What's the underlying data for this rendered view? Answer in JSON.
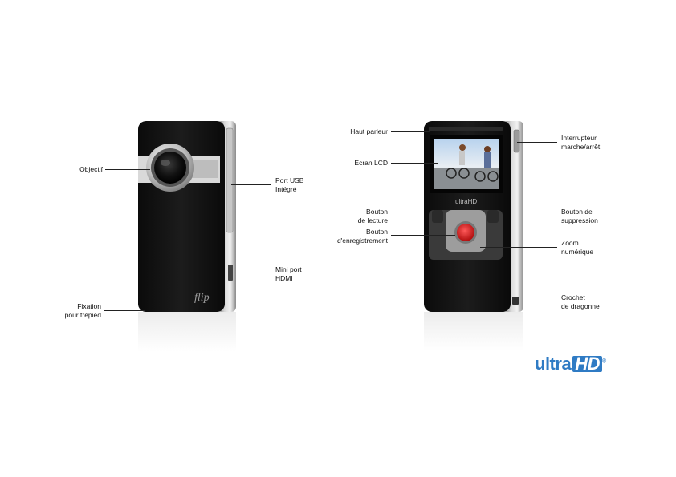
{
  "labels": {
    "objectif": "Objectif",
    "port_usb": "Port USB\nIntégré",
    "mini_port": "Mini port\nHDMI",
    "fixation": "Fixation\npour trépied",
    "haut_parleur": "Haut parleur",
    "ecran_lcd": "Ecran LCD",
    "bouton_lecture": "Bouton\nde lecture",
    "bouton_enregistrement": "Bouton\nd'enregistrement",
    "interrupteur": "Interrupteur\nmarche/arrêt",
    "bouton_suppression": "Bouton de\nsuppression",
    "zoom": "Zoom\nnumérique",
    "crochet": "Crochet\nde dragonne"
  },
  "brand": {
    "ultra": "ultra",
    "hd": "HD",
    "reg": "®"
  },
  "device_text": {
    "flip_logo": "flip",
    "ultra_logo": "ultraHD"
  },
  "colors": {
    "body": "#121212",
    "accent": "#2f7bc4",
    "record": "#d41f1f"
  }
}
